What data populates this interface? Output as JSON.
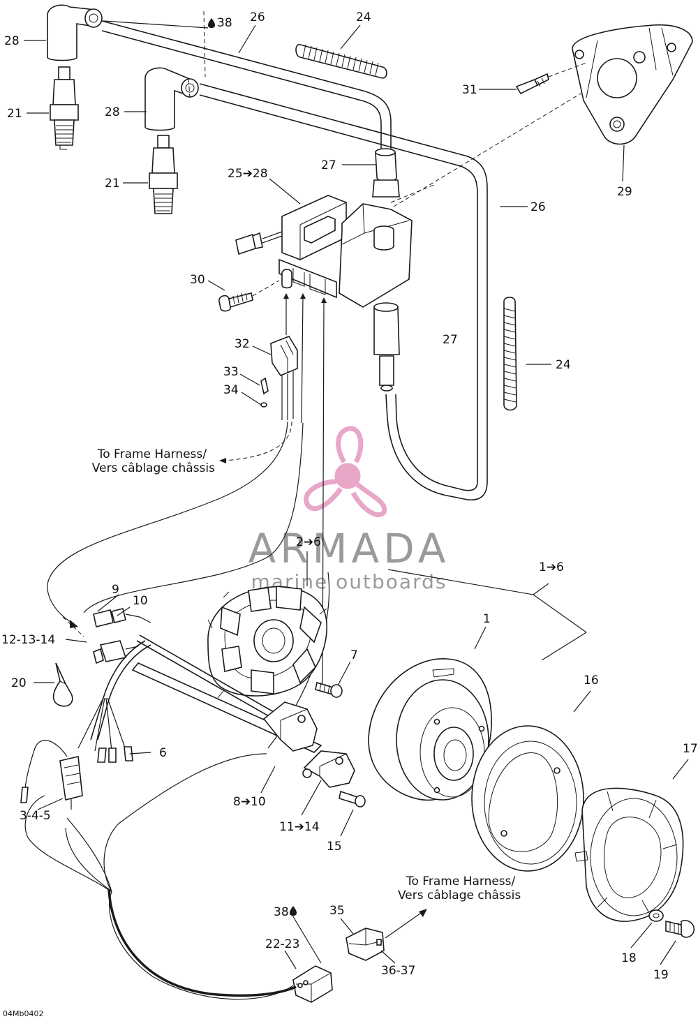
{
  "diagram_code": "04Mb0402",
  "watermark": {
    "title": "ARMADA",
    "subtitle": "marine outboards",
    "logo_color": "#e8a6c8"
  },
  "notes": {
    "harness_top_line1": "To Frame Harness/",
    "harness_top_line2": "Vers câblage châssis",
    "harness_bottom_line1": "To Frame Harness/",
    "harness_bottom_line2": "Vers câblage châssis"
  },
  "labels": {
    "l28a": "28",
    "l21a": "21",
    "l38a": "38",
    "l26a": "26",
    "l24a": "24",
    "l31": "31",
    "l28b": "28",
    "l21b": "21",
    "l27a": "27",
    "l25_28": "25➔28",
    "l26b": "26",
    "l29": "29",
    "l30": "30",
    "l27b": "27",
    "l24b": "24",
    "l32": "32",
    "l33": "33",
    "l34": "34",
    "l2_6": "2➔6",
    "l1_6": "1➔6",
    "l9": "9",
    "l10": "10",
    "l12_13_14": "12-13-14",
    "l1": "1",
    "l7": "7",
    "l16": "16",
    "l20": "20",
    "l6": "6",
    "l17": "17",
    "l3_4_5": "3-4-5",
    "l8_10": "8➔10",
    "l11_14": "11➔14",
    "l15": "15",
    "l18": "18",
    "l19": "19",
    "l35": "35",
    "l38b": "38",
    "l22_23": "22-23",
    "l36_37": "36-37"
  },
  "icons": {
    "drop": "drop-icon",
    "arrow": "arrow-icon"
  }
}
